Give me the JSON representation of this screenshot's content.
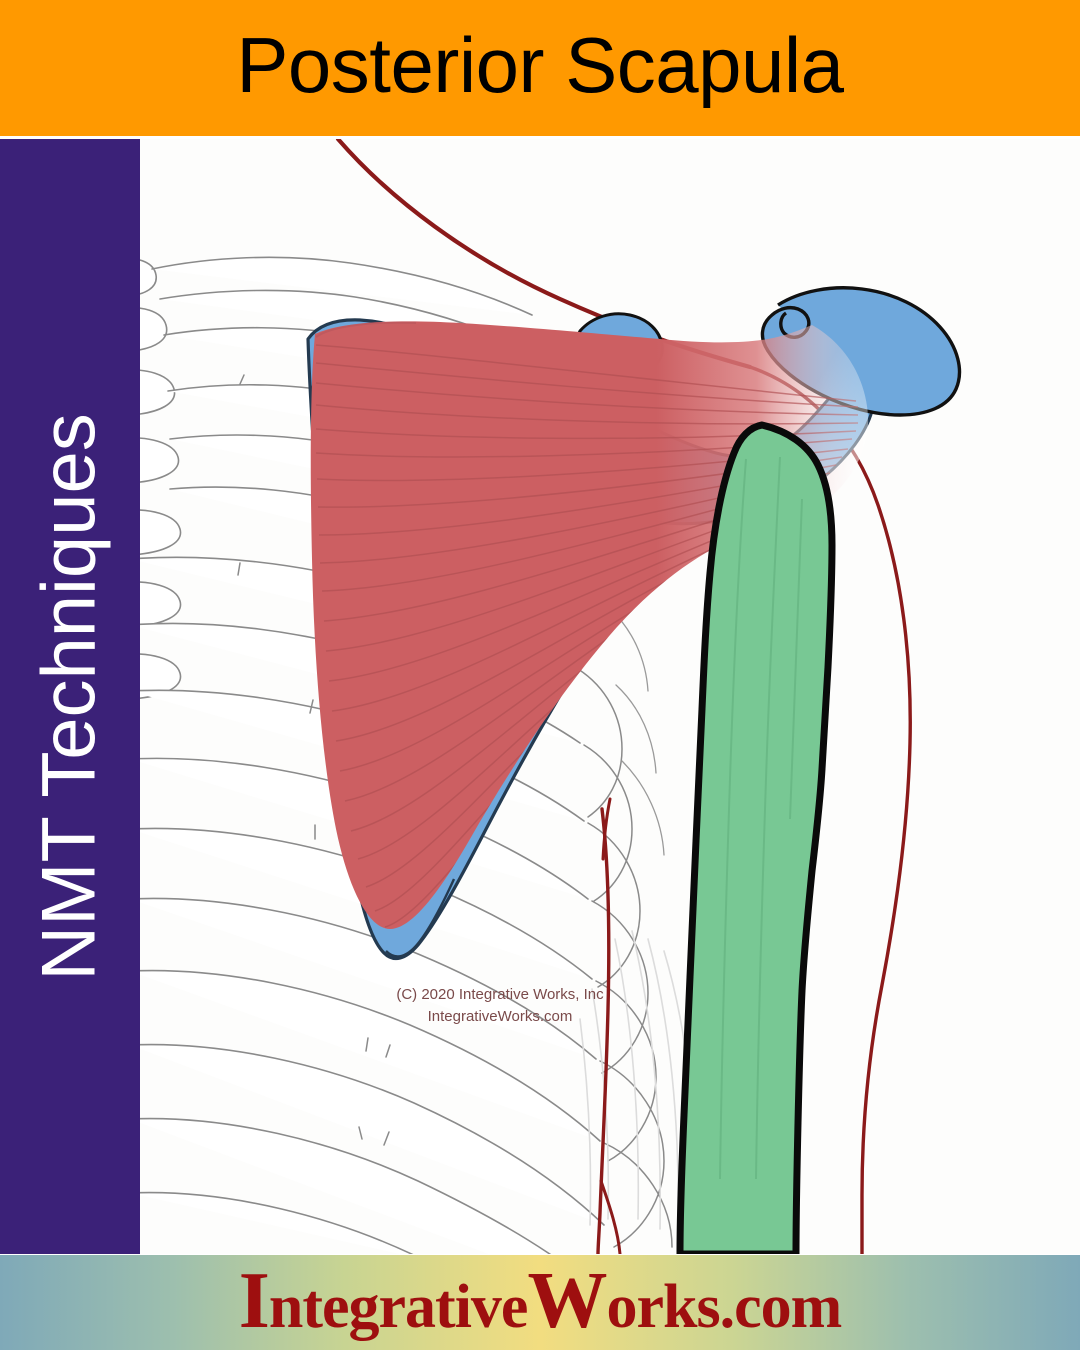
{
  "header": {
    "title": "Posterior Scapula",
    "background_color": "#ff9900",
    "text_color": "#000000"
  },
  "sidebar": {
    "label": "NMT Techniques",
    "background_color": "#3b2178",
    "text_color": "#ffffff",
    "orientation": "vertical-bottom-to-top"
  },
  "illustration": {
    "subject": "posterior view of right shoulder showing scapula, infraspinatus muscle and humerus",
    "background_color": "#fdfdfc",
    "structures": [
      {
        "name": "scapula",
        "semantic": "scapula-bone",
        "color": "#6fa8dc",
        "outline_color": "#1f3c56",
        "note": "blue triangular flat bone with spine, acromion and coracoid visible"
      },
      {
        "name": "infraspinatus",
        "semantic": "infraspinatus-muscle",
        "color": "#cc5f62",
        "fiber_color": "#b04f52",
        "note": "red fan-shaped muscle with striated fibers converging to tendon"
      },
      {
        "name": "humerus",
        "semantic": "humerus-bone",
        "color": "#78c894",
        "outline_color": "#000000",
        "note": "green long bone of upper arm with thick black outline"
      },
      {
        "name": "rib cage",
        "semantic": "rib-cage",
        "color": "#ffffff",
        "outline_color": "#777777",
        "note": "thin grey outlined ribs and thoracic vertebrae in background"
      },
      {
        "name": "body contour",
        "semantic": "body-outline",
        "color": "#8b1a1a",
        "note": "dark red skin silhouette of torso, shoulder and arm"
      }
    ],
    "copyright_line_1": "(C) 2020 Integrative Works, Inc",
    "copyright_line_2": "IntegrativeWorks.com",
    "copyright_color": "#7a4a4a"
  },
  "footer": {
    "logo_first": "I",
    "logo_mid": "ntegrative",
    "logo_second": "W",
    "logo_end": "orks.com",
    "logo_full": "IntegrativeWorks.com",
    "text_color": "#9e0f0f",
    "gradient_left": "#7fa9b8",
    "gradient_center": "#f2dd80",
    "gradient_right": "#7fa9b8"
  }
}
